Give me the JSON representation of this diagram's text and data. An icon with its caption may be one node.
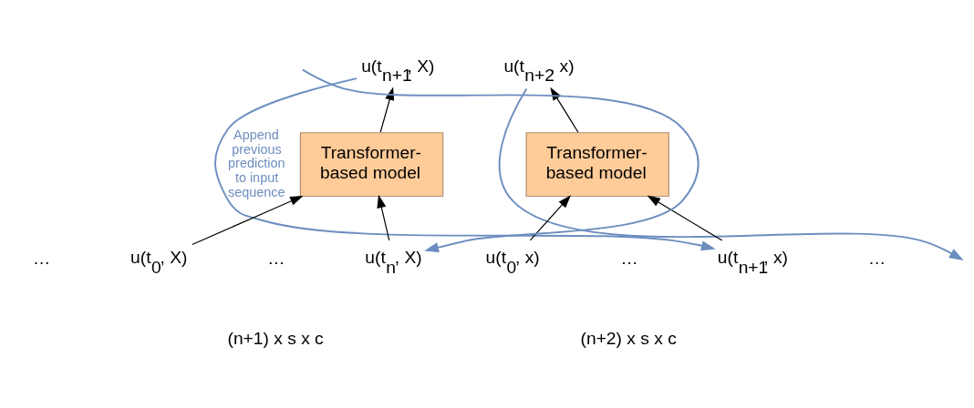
{
  "diagram": {
    "nodes": [
      {
        "text": [
          "u(t$_{n+1}$, X)"
        ]
      },
      {
        "text": [
          "Transformer-based model"
        ]
      },
      {
        "text": [
          "u(t$_{0}$, X)"
        ]
      },
      {
        "text": [
          "u(t$_{n}$, X)"
        ]
      },
      {
        "text": [
          "u(t$_{n+2}$, x)"
        ]
      },
      {
        "text": [
          "Transformer-based model"
        ]
      },
      {
        "text": [
          "u(t$_{0}$, x)"
        ]
      },
      {
        "text": [
          "u(t$_{n+1}$, x)"
        ]
      }
    ],
    "edges": [
      {
        "from": null,
        "to": 3,
        "arrow": "to",
        "color": "#6c8ebf"
      },
      {
        "from": 2,
        "to": 1,
        "arrow": "to"
      },
      {
        "from": 3,
        "to": 1,
        "arrow": "to"
      },
      {
        "from": 1,
        "to": 0,
        "arrow": "to"
      },
      {
        "from": 0,
        "to": 7,
        "arrow": "to",
        "label": "Append previous prediction to input sequence",
        "color": "#6c8ebf"
      },
      {
        "from": 6,
        "to": 5,
        "arrow": "to"
      },
      {
        "from": 7,
        "to": 5,
        "arrow": "to"
      },
      {
        "from": 5,
        "to": 4,
        "arrow": "to"
      },
      {
        "from": 4,
        "to": null,
        "arrow": "to",
        "color": "#6c8ebf"
      }
    ],
    "labels": [
      "…",
      "…",
      "(n+1) x s x c",
      "…",
      "(n+2) x s x c",
      "…"
    ]
  }
}
